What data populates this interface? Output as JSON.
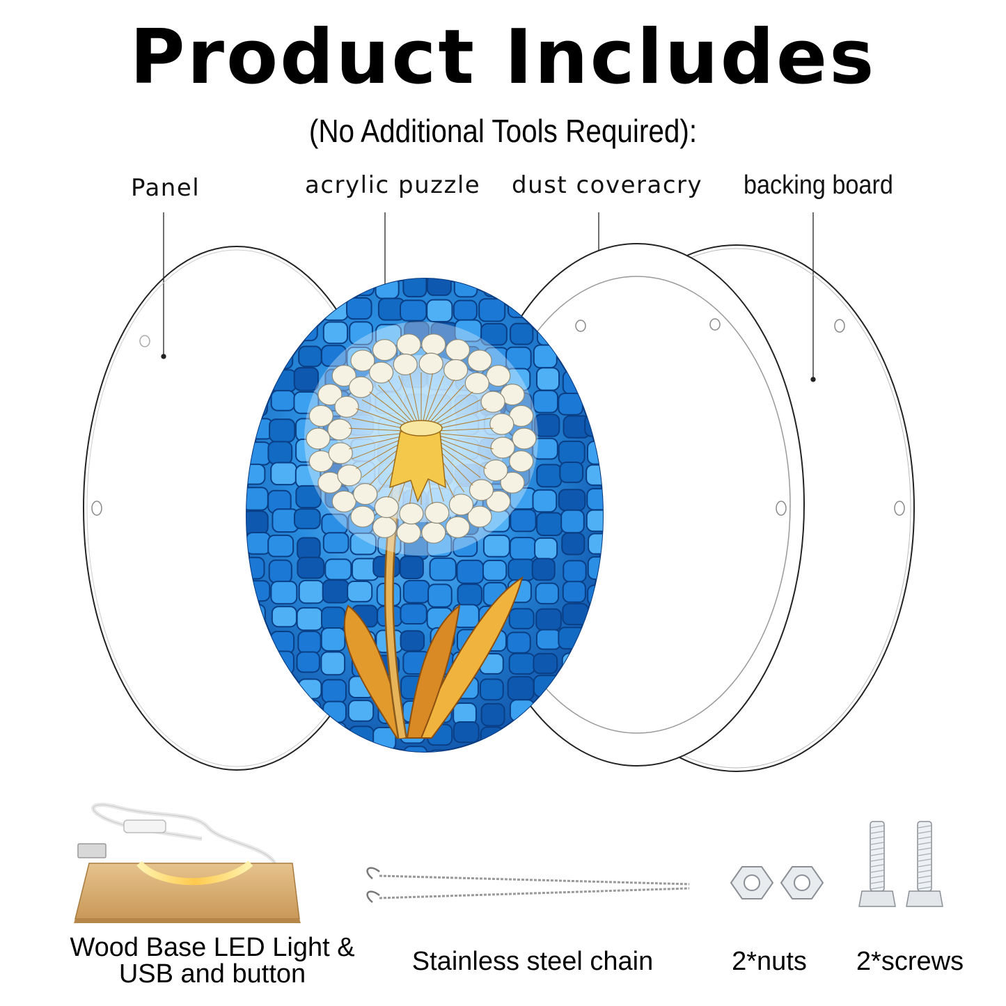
{
  "header": {
    "title": "Product Includes",
    "subtitle": "(No Additional Tools Required):"
  },
  "parts": [
    {
      "label": "Panel",
      "icon": "clear-acrylic-disc-icon"
    },
    {
      "label": "acrylic puzzle",
      "icon": "stained-glass-dandelion-disc-icon"
    },
    {
      "label": "dust coveracry",
      "icon": "clear-acrylic-disc-icon"
    },
    {
      "label": "backing board",
      "icon": "clear-acrylic-disc-icon"
    }
  ],
  "accessories": [
    {
      "line1": "Wood Base LED Light &",
      "line2": "USB and button",
      "icon": "wood-base-led-icon"
    },
    {
      "line1": "Stainless steel chain",
      "icon": "steel-chain-icon"
    },
    {
      "line1": "2*nuts",
      "icon": "hex-nut-icon"
    },
    {
      "line1": "2*screws",
      "icon": "screw-icon"
    }
  ],
  "colors": {
    "puzzle_blue": "#1f7fd6",
    "puzzle_dark_blue": "#0d4ea6",
    "dandelion_white": "#f3f0e2",
    "stem_gold": "#e0a33a",
    "wood": "#d9b27a",
    "led_glow": "#ffd66b"
  }
}
